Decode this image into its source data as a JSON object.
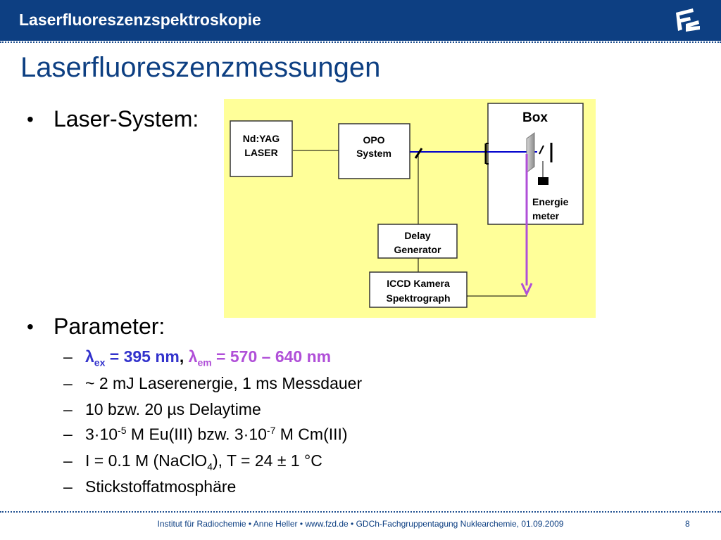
{
  "header": {
    "section_title": "Laserfluoreszenzspektroskopie",
    "logo_text": "FZD"
  },
  "slide": {
    "title": "Laserfluoreszenzmessungen"
  },
  "bullets": {
    "laser_system": "Laser-System:",
    "parameter": "Parameter:"
  },
  "parameters": {
    "lambda_ex": {
      "symbol": "λ",
      "sub": "ex",
      "rest": " = 395 nm"
    },
    "sep": ", ",
    "lambda_em": {
      "symbol": "λ",
      "sub": "em",
      "rest": " = 570 – 640 nm"
    },
    "item2": "~ 2 mJ Laserenergie, 1 ms Messdauer",
    "item3": "10 bzw. 20 µs Delaytime",
    "item4": {
      "a": "3·10",
      "sup_a": "-5",
      "b": " M Eu(III) bzw. 3·10",
      "sup_b": "-7",
      "c": " M Cm(III)"
    },
    "item5": {
      "a": "I = 0.1 M (NaClO",
      "sub": "4",
      "b": "), T = 24 ± 1 °C"
    },
    "item6": "Stickstoffatmosphäre"
  },
  "diagram": {
    "nd_yag_line1": "Nd:YAG",
    "nd_yag_line2": "LASER",
    "opo_line1": "OPO",
    "opo_line2": "System",
    "box_label": "Box",
    "energie_line1": "Energie",
    "energie_line2": "meter",
    "delay_line1": "Delay",
    "delay_line2": "Generator",
    "iccd_line1": "ICCD Kamera",
    "iccd_line2": "Spektrograph",
    "colors": {
      "background": "#ffff99",
      "excitation_beam": "#0000cc",
      "emission_beam": "#b04fd8"
    }
  },
  "footer": {
    "text": "Institut für Radiochemie • Anne Heller • www.fzd.de • GDCh-Fachgruppentagung Nuklearchemie, 01.09.2009",
    "page_number": "8"
  },
  "colors": {
    "header_bar": "#0d3f82",
    "title": "#0d3f82"
  }
}
